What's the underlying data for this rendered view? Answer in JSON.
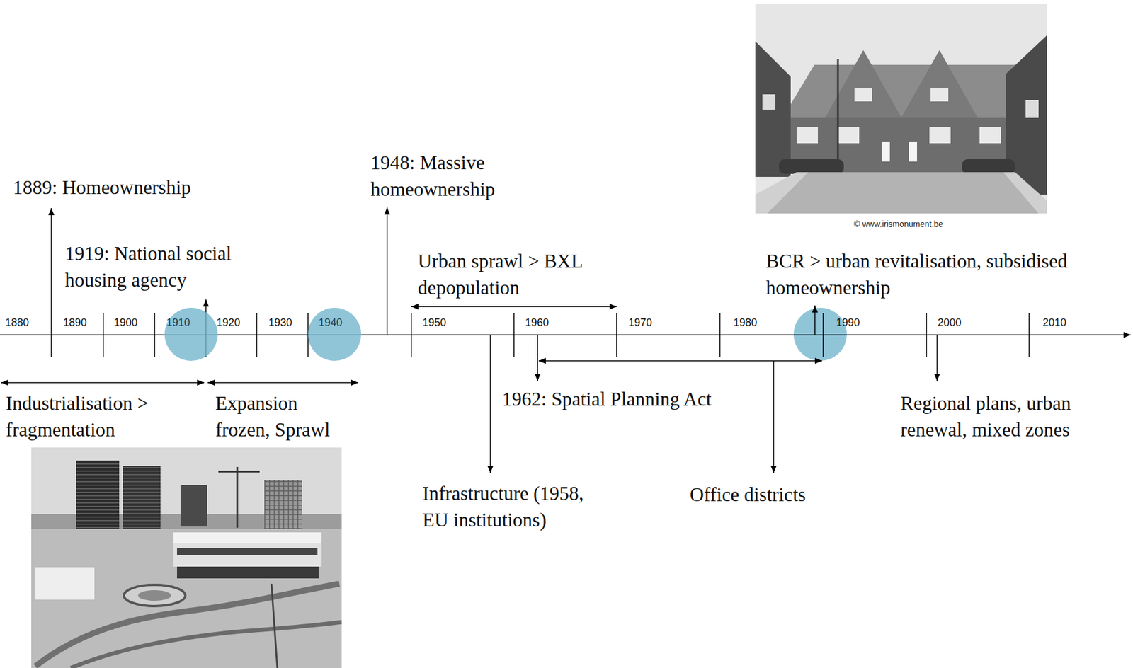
{
  "diagram": {
    "nodes": [
      {
        "text": [
          "1910"
        ]
      },
      {
        "text": [
          "1940"
        ]
      }
    ],
    "labels": [
      "1880",
      "1890",
      "1900",
      "1920",
      "1930",
      "1950",
      "1960",
      "1970",
      "1980",
      "1990",
      "2000",
      "2010",
      "1889: Homeownership",
      "1919: National social housing agency",
      "1948: Massive homeownership",
      "Urban sprawl > BXL depopulation",
      "BCR > urban revitalisation, subsidised homeownership",
      "Industrialisation > fragmentation",
      "Expansion frozen, Sprawl",
      "1962: Spatial Planning Act",
      "Infrastructure (1958, EU institutions)",
      "Office districts",
      "Regional plans, urban renewal, mixed zones",
      "© www.irismonument.be"
    ]
  }
}
